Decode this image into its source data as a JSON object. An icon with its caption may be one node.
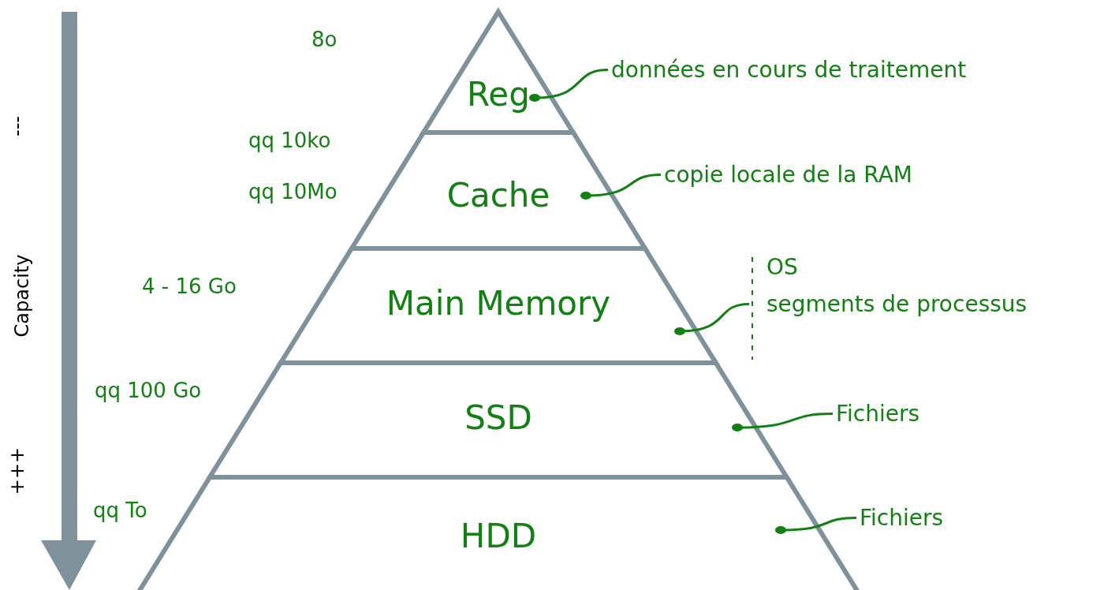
{
  "diagram": {
    "nodes": [
      {
        "text": [
          "Reg"
        ]
      },
      {
        "text": [
          "Cache"
        ]
      },
      {
        "text": [
          "Main Memory"
        ]
      },
      {
        "text": [
          "SSD"
        ]
      },
      {
        "text": [
          "HDD"
        ]
      },
      {
        "text": [
          "données en cours de traitement"
        ]
      },
      {
        "text": [
          "copie locale de la RAM"
        ]
      },
      {
        "text": [
          "OS",
          "segments de processus"
        ]
      },
      {
        "text": [
          "Fichiers"
        ]
      },
      {
        "text": [
          "Fichiers"
        ]
      }
    ],
    "edges": [
      {
        "from": 5,
        "to": 0,
        "arrow": "other"
      },
      {
        "from": 6,
        "to": 1,
        "arrow": "other"
      },
      {
        "from": 7,
        "to": 2,
        "arrow": "other"
      },
      {
        "from": 8,
        "to": 3,
        "arrow": "other"
      },
      {
        "from": 9,
        "to": 4,
        "arrow": "other"
      }
    ],
    "labels": [
      "8o",
      "---",
      "qq 10ko",
      "qq 10Mo",
      "Capacity",
      "4 - 16 Go",
      "qq 100 Go",
      "+++",
      "qq To"
    ]
  }
}
